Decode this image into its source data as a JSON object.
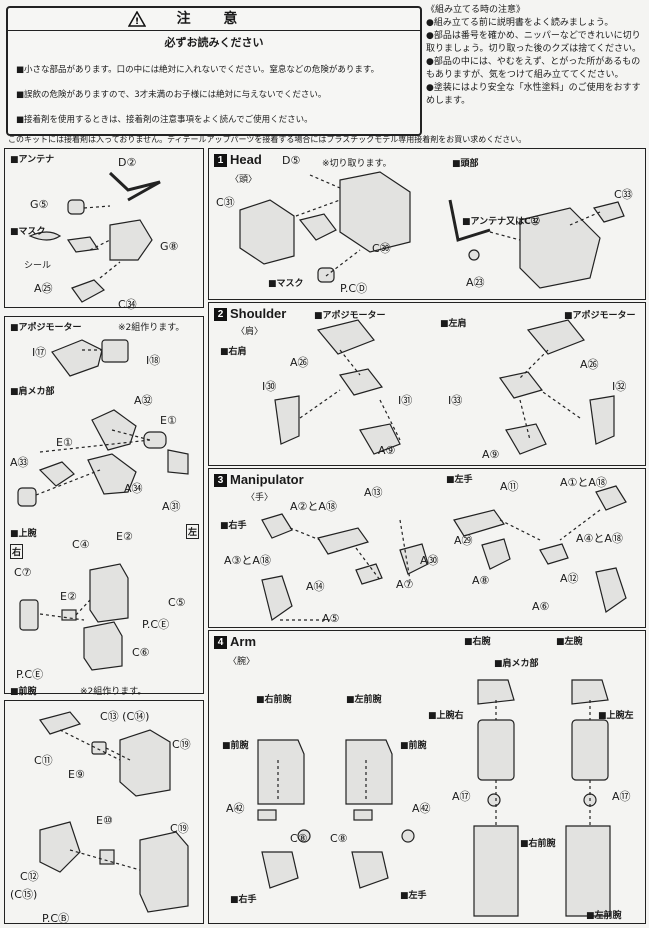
{
  "notice": {
    "title": "注 意",
    "subtitle": "必ずお読みください",
    "lines": [
      "■小さな部品があります。口の中には絶対に入れないでください。窒息などの危険があります。",
      "■誤飲の危険がありますので、3才未満のお子様には絶対に与えないでください。",
      "■接着剤を使用するときは、接着剤の注意事項をよく読んでご使用ください。"
    ]
  },
  "tips": {
    "title": "《組み立てる時の注意》",
    "items": [
      "●組み立てる前に説明書をよく読みましょう。",
      "●部品は番号を確かめ、ニッパーなどできれいに切り取りましょう。切り取った後のクズは捨てください。",
      "●部品の中には、やむをえず、とがった所があるものもありますが、気をつけて組み立ててください。",
      "●塗装にはより安全な「水性塗料」のご使用をおすすめします。"
    ]
  },
  "kit_note": "このキットには接着剤は入っておりません。ディテールアップパーツを接着する場合にはプラスチックモデル専用接着剤をお買い求めください。",
  "left": {
    "antenna": "■アンテナ",
    "mask": "■マスク",
    "seal": "シール",
    "apogee": "■アポジモーター",
    "apogee_note": "※2組作ります。",
    "shoulder_mecha": "■肩メカ部",
    "upper_arm": "■上腕",
    "right_mark": "右",
    "left_mark": "左",
    "forearm": "■前腕",
    "forearm_note": "※2組作ります。"
  },
  "parts": {
    "D2": "D②",
    "G5": "G⑤",
    "A25": "A㉕",
    "G8": "G⑧",
    "C34": "C㉞",
    "I17": "I⑰",
    "I18": "I⑱",
    "A32": "A㉜",
    "E1": "E①",
    "A33": "A㉝",
    "A34": "A㉞",
    "A31": "A㉛",
    "E2": "E②",
    "C4": "C④",
    "C7": "C⑦",
    "C5": "C⑤",
    "PCE": "P.CⒺ",
    "C6": "C⑥",
    "C13": "C⑬ (C⑭)",
    "C11": "C⑪",
    "C19": "C⑲",
    "E9": "E⑨",
    "E10": "E⑩",
    "C12": "C⑫",
    "C15": "(C⑮)",
    "PCB": "P.CⒷ"
  },
  "sections": [
    {
      "num": "1",
      "title": "Head",
      "sub": "〈頭〉",
      "jp": "■頭部",
      "note": "※切り取ります。",
      "labels": {
        "D5": "D⑤",
        "C31": "C㉛",
        "C30": "C㉚",
        "mask": "■マスク",
        "PCD": "P.CⒹ",
        "antenna_or": "■アンテナ又はC㉜",
        "C33": "C㉝",
        "A23": "A㉓"
      }
    },
    {
      "num": "2",
      "title": "Shoulder",
      "sub": "〈肩〉",
      "jp_right": "■右肩",
      "jp_left": "■左肩",
      "apogee": "■アポジモーター",
      "labels": {
        "A26": "A㉖",
        "I30": "I㉚",
        "I31": "I㉛",
        "A9": "A⑨",
        "I33": "I㉝",
        "I32": "I㉜"
      }
    },
    {
      "num": "3",
      "title": "Manipulator",
      "sub": "〈手〉",
      "jp_right": "■右手",
      "jp_left": "■左手",
      "labels": {
        "A2A18": "A②とA⑱",
        "A13": "A⑬",
        "A3A18": "A③とA⑱",
        "A14": "A⑭",
        "A7": "A⑦",
        "A5": "A⑤",
        "A30": "A㉚",
        "A11": "A⑪",
        "A1A18": "A①とA⑱",
        "A29": "A㉙",
        "A4A18": "A④とA⑱",
        "A8": "A⑧",
        "A12": "A⑫",
        "A6": "A⑥"
      }
    },
    {
      "num": "4",
      "title": "Arm",
      "sub": "〈腕〉",
      "labels": {
        "right_forearm": "■右前腕",
        "left_forearm": "■左前腕",
        "forearm": "■前腕",
        "A42": "A㊷",
        "C8": "C⑧",
        "right_hand": "■右手",
        "left_hand": "■左手",
        "right_arm": "■右腕",
        "left_arm": "■左腕",
        "shoulder_mecha": "■肩メカ部",
        "upper_arm_r": "■上腕右",
        "upper_arm_l": "■上腕左",
        "A17": "A⑰",
        "right_forearm2": "■右前腕",
        "left_forearm2": "■左前腕"
      }
    }
  ]
}
